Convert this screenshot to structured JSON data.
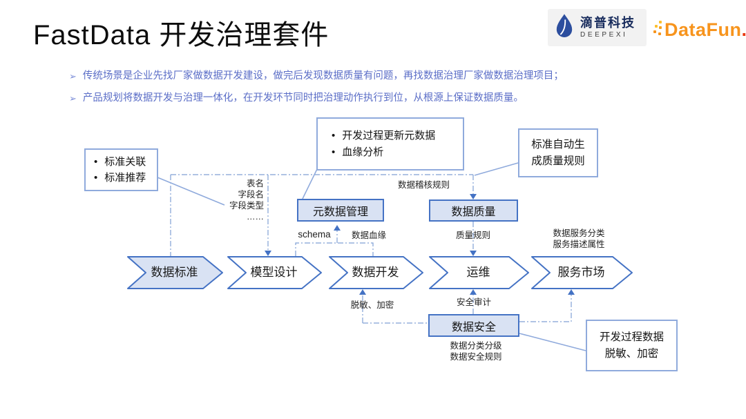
{
  "page": {
    "title": "FastData 开发治理套件"
  },
  "header": {
    "deepexi": {
      "name_zh": "滴普科技",
      "name_en": "DEEPEXI"
    },
    "datafun": {
      "wordmark": "DataFun",
      "period": "."
    }
  },
  "ui": {
    "bullet_char": "•",
    "arrow_bullet": "➢"
  },
  "intro": {
    "bullets": [
      "传统场景是企业先找厂家做数据开发建设，做完后发现数据质量有问题，再找数据治理厂家做数据治理项目；",
      "产品规划将数据开发与治理一体化，在开发环节同时把治理动作执行到位，从根源上保证数据质量。"
    ]
  },
  "flow": {
    "stages": [
      {
        "label": "数据标准",
        "highlighted": true
      },
      {
        "label": "模型设计",
        "highlighted": false
      },
      {
        "label": "数据开发",
        "highlighted": false
      },
      {
        "label": "运维",
        "highlighted": false
      },
      {
        "label": "服务市场",
        "highlighted": false
      }
    ]
  },
  "modules": {
    "metadata": "元数据管理",
    "quality": "数据质量",
    "security": "数据安全"
  },
  "callouts": {
    "standards": {
      "items": [
        "标准关联",
        "标准推荐"
      ]
    },
    "metadata": {
      "items": [
        "开发过程更新元数据",
        "血缘分析"
      ]
    },
    "quality_gen": {
      "lines": [
        "标准自动生",
        "成质量规则"
      ]
    },
    "dev_masking": {
      "lines": [
        "开发过程数据",
        "脱敏、加密"
      ]
    }
  },
  "labels": {
    "model_inputs": [
      "表名",
      "字段名",
      "字段类型",
      "……"
    ],
    "audit_rules": "数据稽核规则",
    "schema": "schema",
    "lineage": "数据血缘",
    "quality_rules": "质量规则",
    "masking": "脱敏、加密",
    "security_audit": "安全审计",
    "service_tags": [
      "数据服务分类",
      "服务描述属性"
    ],
    "security_outputs": [
      "数据分类分级",
      "数据安全规则"
    ]
  },
  "colors": {
    "accent": "#4472c4",
    "accent-light": "#8faadc",
    "fill-light": "#d9e2f3",
    "bullet-blue": "#5b6ec7",
    "text-dark": "#1a1a1a"
  }
}
